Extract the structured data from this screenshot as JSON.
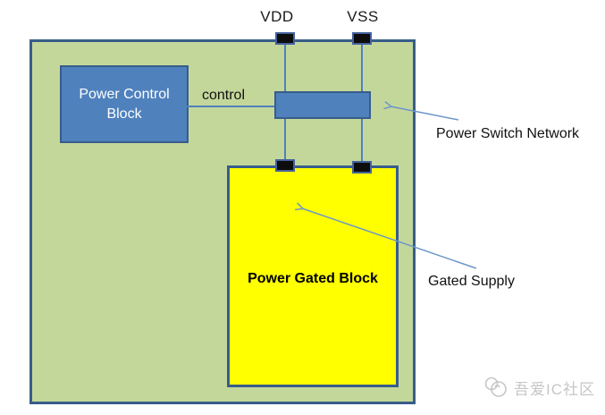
{
  "diagram": {
    "pins": {
      "vdd": "VDD",
      "vss": "VSS"
    },
    "control_label": "control",
    "power_control_block": "Power Control Block",
    "power_switch_network": "Power Switch Network",
    "power_gated_block": "Power Gated Block",
    "gated_supply": "Gated Supply"
  },
  "watermark": {
    "text": "吾爱IC社区"
  },
  "colors": {
    "die_fill": "#c4d79b",
    "block_blue": "#4f81bd",
    "border_blue": "#385d8a",
    "gated_yellow": "#ffff00",
    "wire_blue": "#4f81bd",
    "pad_black": "#0d0d0d",
    "arrow_blue": "#6b96c9",
    "watermark_gray": "#c6c6c6"
  }
}
